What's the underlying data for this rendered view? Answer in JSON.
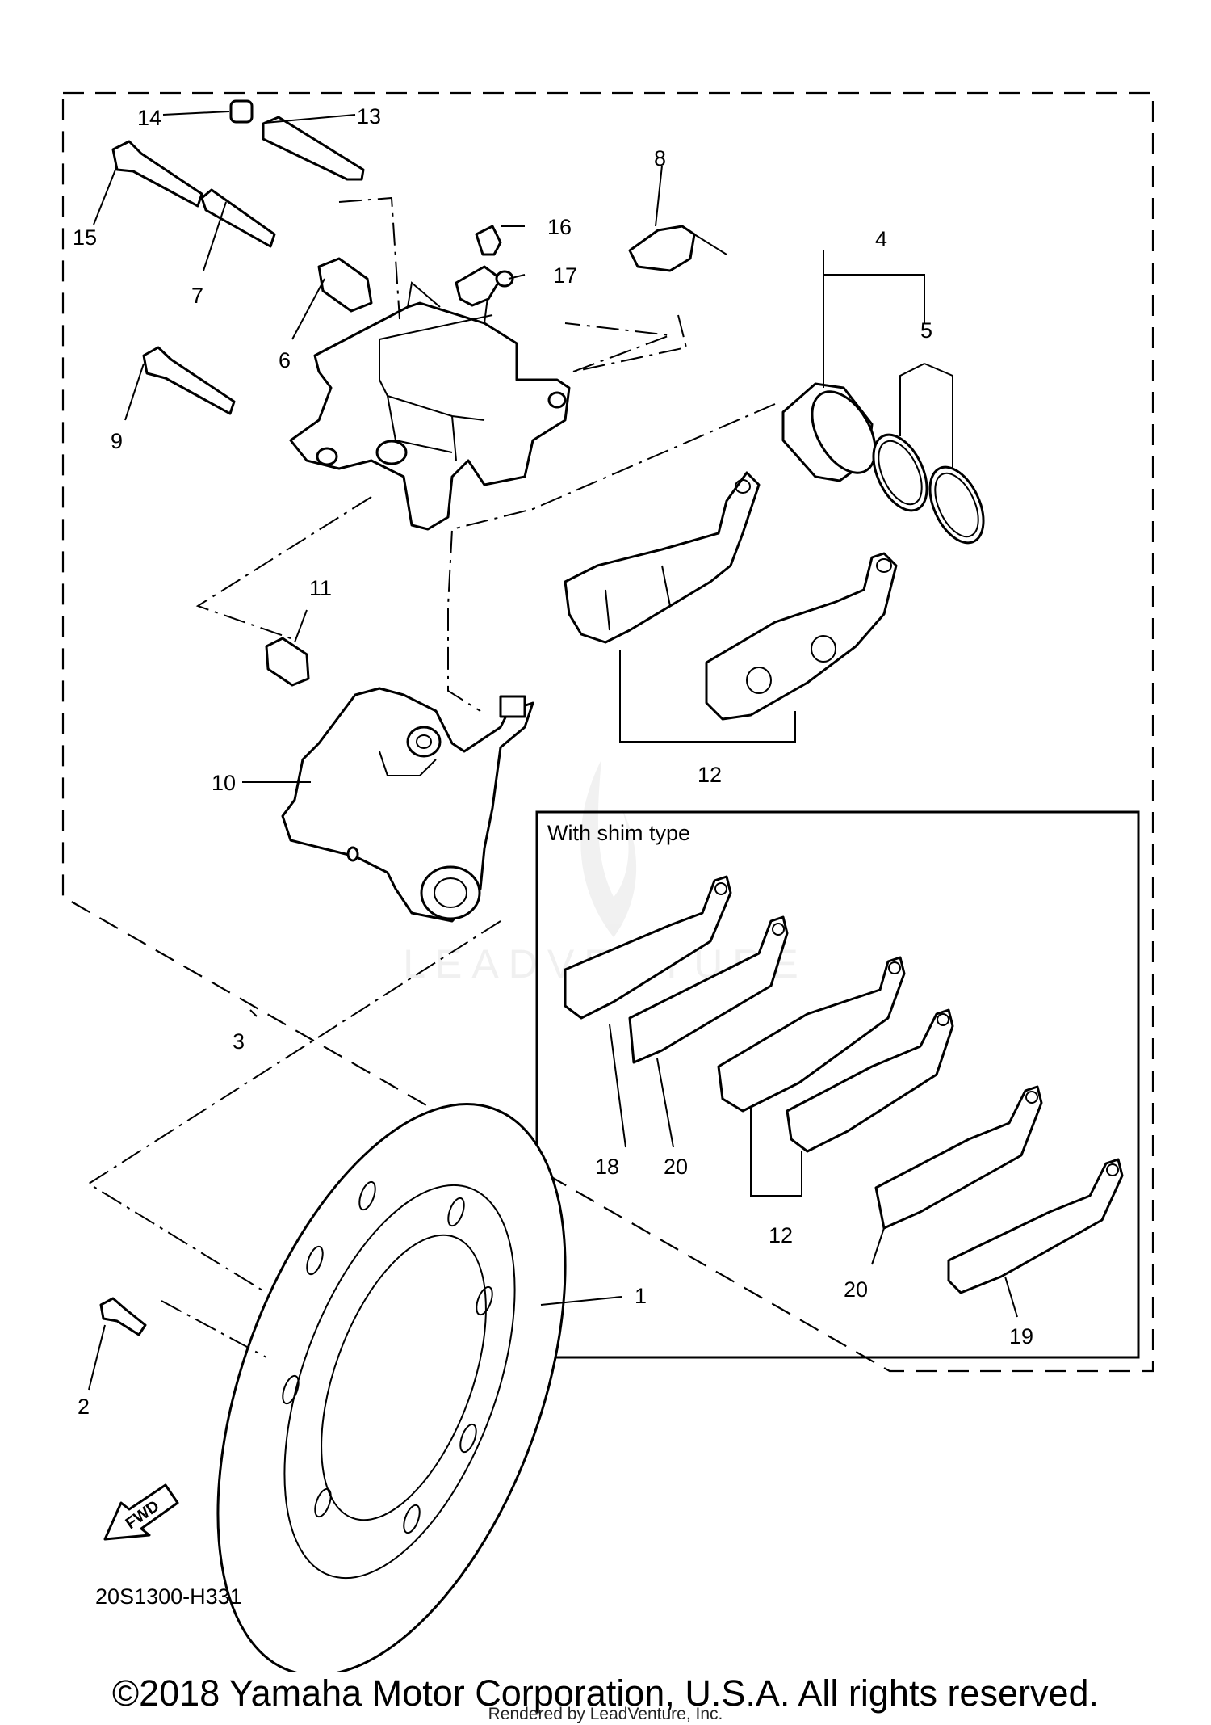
{
  "diagram": {
    "diagram_code": "20S1300-H331",
    "inset_title": "With shim type",
    "fwd_label": "FWD",
    "watermark": "LEADVENTURE",
    "callouts": {
      "c1": "1",
      "c2": "2",
      "c3": "3",
      "c4": "4",
      "c5": "5",
      "c6": "6",
      "c7": "7",
      "c8": "8",
      "c9": "9",
      "c10": "10",
      "c11": "11",
      "c12a": "12",
      "c12b": "12",
      "c13": "13",
      "c14": "14",
      "c15": "15",
      "c16": "16",
      "c17": "17",
      "c18": "18",
      "c19": "19",
      "c20a": "20",
      "c20b": "20"
    }
  },
  "footer": {
    "copyright": "©2018 Yamaha Motor Corporation, U.S.A. All rights reserved.",
    "rendered_by": "Rendered by LeadVenture, Inc."
  }
}
